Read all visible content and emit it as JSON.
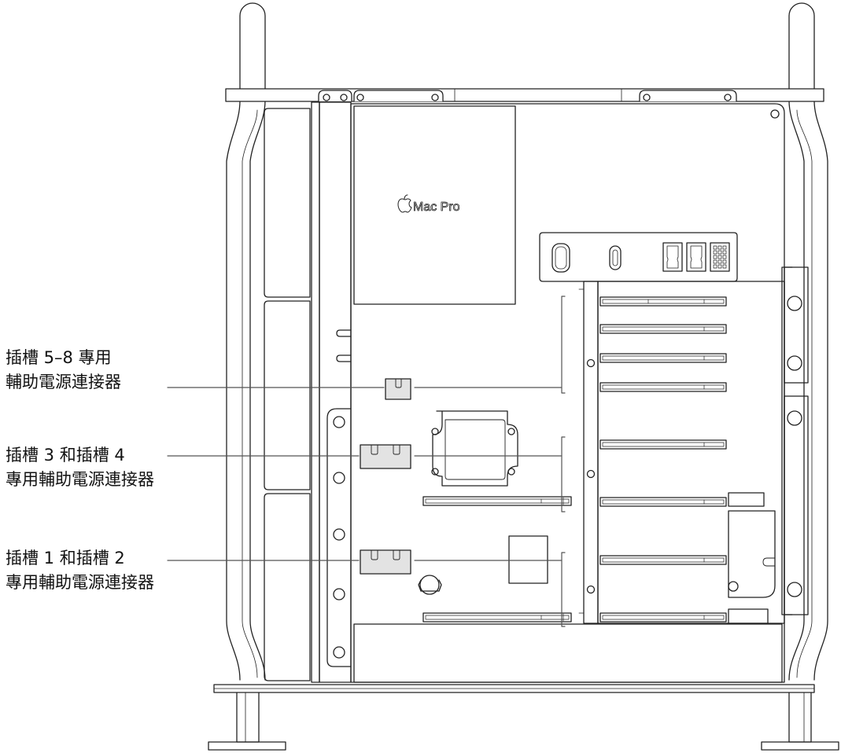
{
  "figure": {
    "logo_text": "Mac Pro",
    "callouts": [
      {
        "id": "aux-power-slots-5-8",
        "line1": "插槽 5–8 專用",
        "line2": "輔助電源連接器"
      },
      {
        "id": "aux-power-slots-3-4",
        "line1": "插槽 3 和插槽 4",
        "line2": "專用輔助電源連接器"
      },
      {
        "id": "aux-power-slots-1-2",
        "line1": "插槽 1 和插槽 2",
        "line2": "專用輔助電源連接器"
      }
    ],
    "colors": {
      "line": "#222222",
      "connector_fill": "#e3e3e3",
      "background": "#ffffff"
    }
  }
}
